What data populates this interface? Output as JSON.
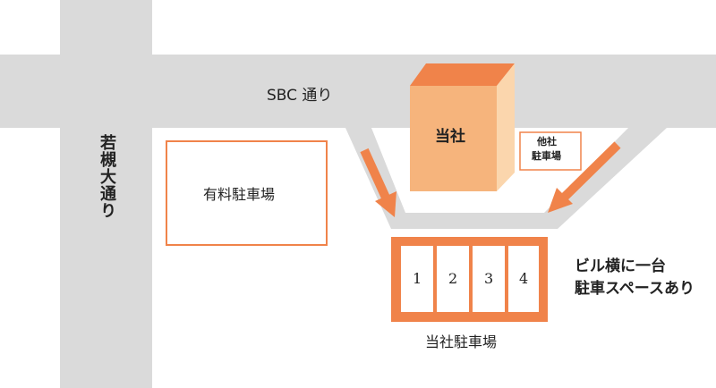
{
  "roads": {
    "main_road": "SBC 通り",
    "side_road": "若槻大通り"
  },
  "buildings": {
    "our_company": "当社",
    "other_company_parking": [
      "他社",
      "駐車場"
    ],
    "paid_parking": "有料駐車場"
  },
  "our_parking": {
    "label": "当社駐車場",
    "spaces": [
      "1",
      "2",
      "3",
      "4"
    ]
  },
  "note": [
    "ビル横に一台",
    "駐車スペースあり"
  ],
  "colors": {
    "road": "#dadada",
    "accent": "#f0834a",
    "building_front": "#f6b47c",
    "building_side": "#fbd6ad",
    "building_top": "#f0834a"
  }
}
